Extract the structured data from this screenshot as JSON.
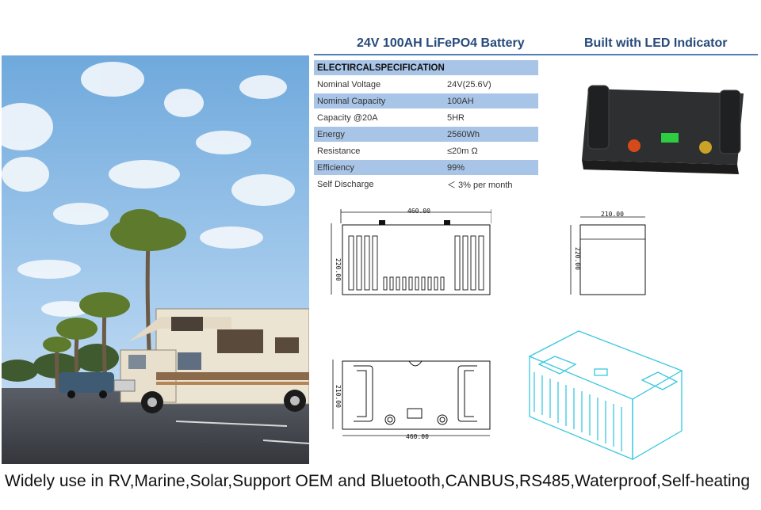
{
  "header": {
    "title_left": "24V 100AH LiFePO4 Battery",
    "title_right": "Built with LED Indicator"
  },
  "spec_table": {
    "heading": "ELECTIRCALSPECIFICATION",
    "rows": [
      {
        "label": "Nominal Voltage",
        "value": "24V(25.6V)"
      },
      {
        "label": "Nominal Capacity",
        "value": "100AH"
      },
      {
        "label": "Capacity @20A",
        "value": "5HR"
      },
      {
        "label": "Energy",
        "value": "2560Wh"
      },
      {
        "label": "Resistance",
        "value": "≤20m Ω"
      },
      {
        "label": "Efficiency",
        "value": "99%"
      },
      {
        "label": "Self Discharge",
        "value": "＜ 3% per month"
      }
    ]
  },
  "drawings": {
    "front_width": "460.00",
    "front_height": "220.00",
    "side_width": "210.00",
    "side_height": "220.00",
    "top_depth": "210.00",
    "top_width": "460.00"
  },
  "caption": "Widely use in RV,Marine,Solar,Support OEM and Bluetooth,CANBUS,RS485,Waterproof,Self-heating",
  "colors": {
    "header_text": "#274a7a",
    "table_shade": "#a8c4e6",
    "cad_lines": "#38c8e0"
  }
}
